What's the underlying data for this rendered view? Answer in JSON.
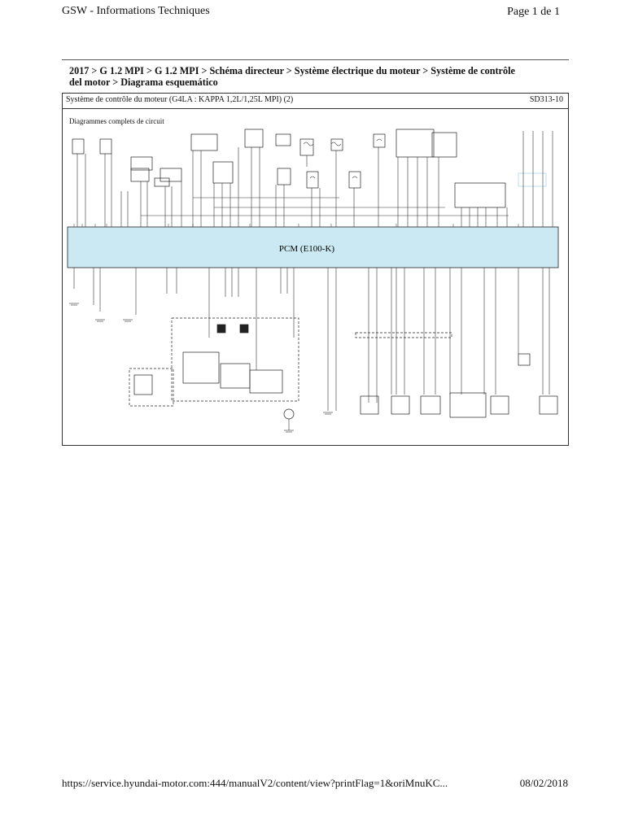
{
  "header": {
    "site": "GSW - Informations Techniques",
    "page": "Page 1 de 1"
  },
  "breadcrumb": {
    "line1": "2017 > G 1.2 MPI > G 1.2 MPI > Schéma directeur > Système électrique du moteur > Système de contrôle",
    "line2": "del motor > Diagrama esquemático"
  },
  "schematic": {
    "title": "Système de contrôle du moteur (G4LA : KAPPA 1,2L/1,25L MPI) (2)",
    "code": "SD313-10",
    "subtitle": "Diagrammes complets de circuit",
    "pcm_label": "PCM (E100-K)"
  },
  "footer": {
    "url": "https://service.hyundai-motor.com:444/manualV2/content/view?printFlag=1&oriMnuKC...",
    "date": "08/02/2018"
  }
}
